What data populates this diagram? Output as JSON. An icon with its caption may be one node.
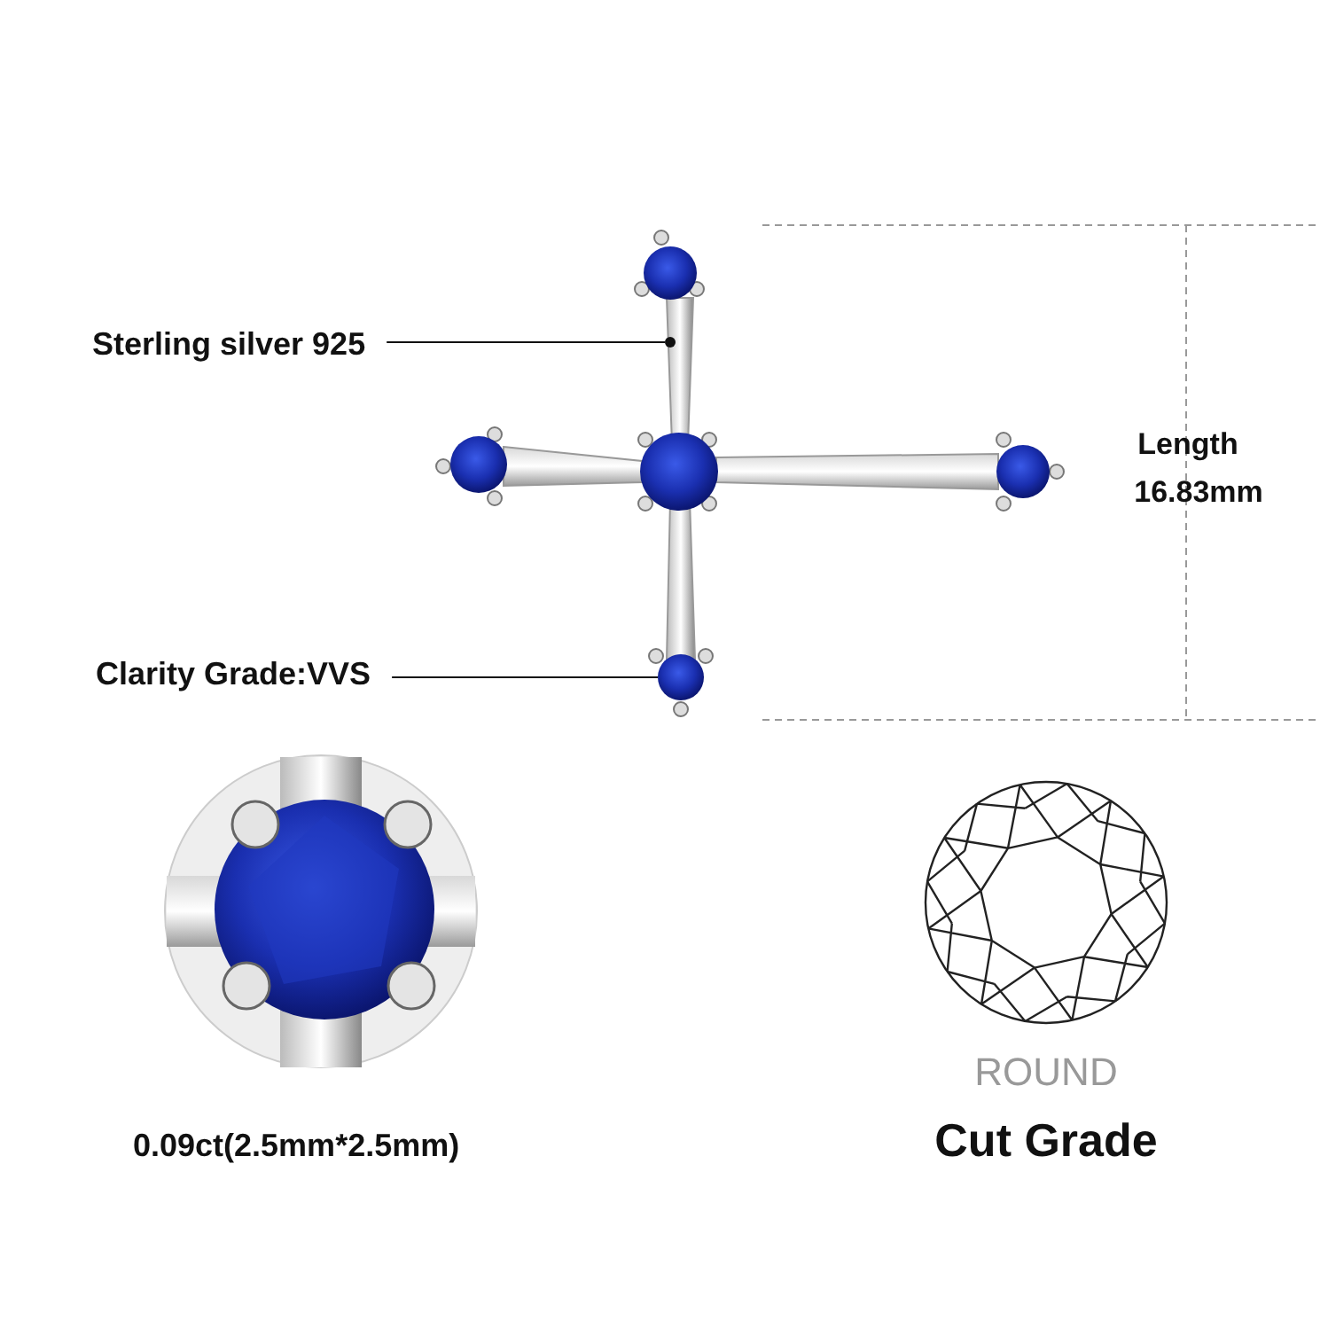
{
  "diagram": {
    "nodes": [
      {
        "text": [
          "Sterling silver 925"
        ]
      },
      {
        "text": [],
        "shape": "circle"
      },
      {
        "text": [
          "Clarity Grade:VVS"
        ]
      },
      {
        "text": [],
        "shape": "circle"
      }
    ],
    "edges": [
      {
        "from": 0,
        "to": 1,
        "arrow": "none"
      },
      {
        "from": 2,
        "to": 3,
        "arrow": "none"
      }
    ],
    "labels": [
      "Length",
      "16.83mm",
      "0.09ct(2.5mm*2.5mm)",
      "ROUND",
      "Cut Grade"
    ]
  }
}
